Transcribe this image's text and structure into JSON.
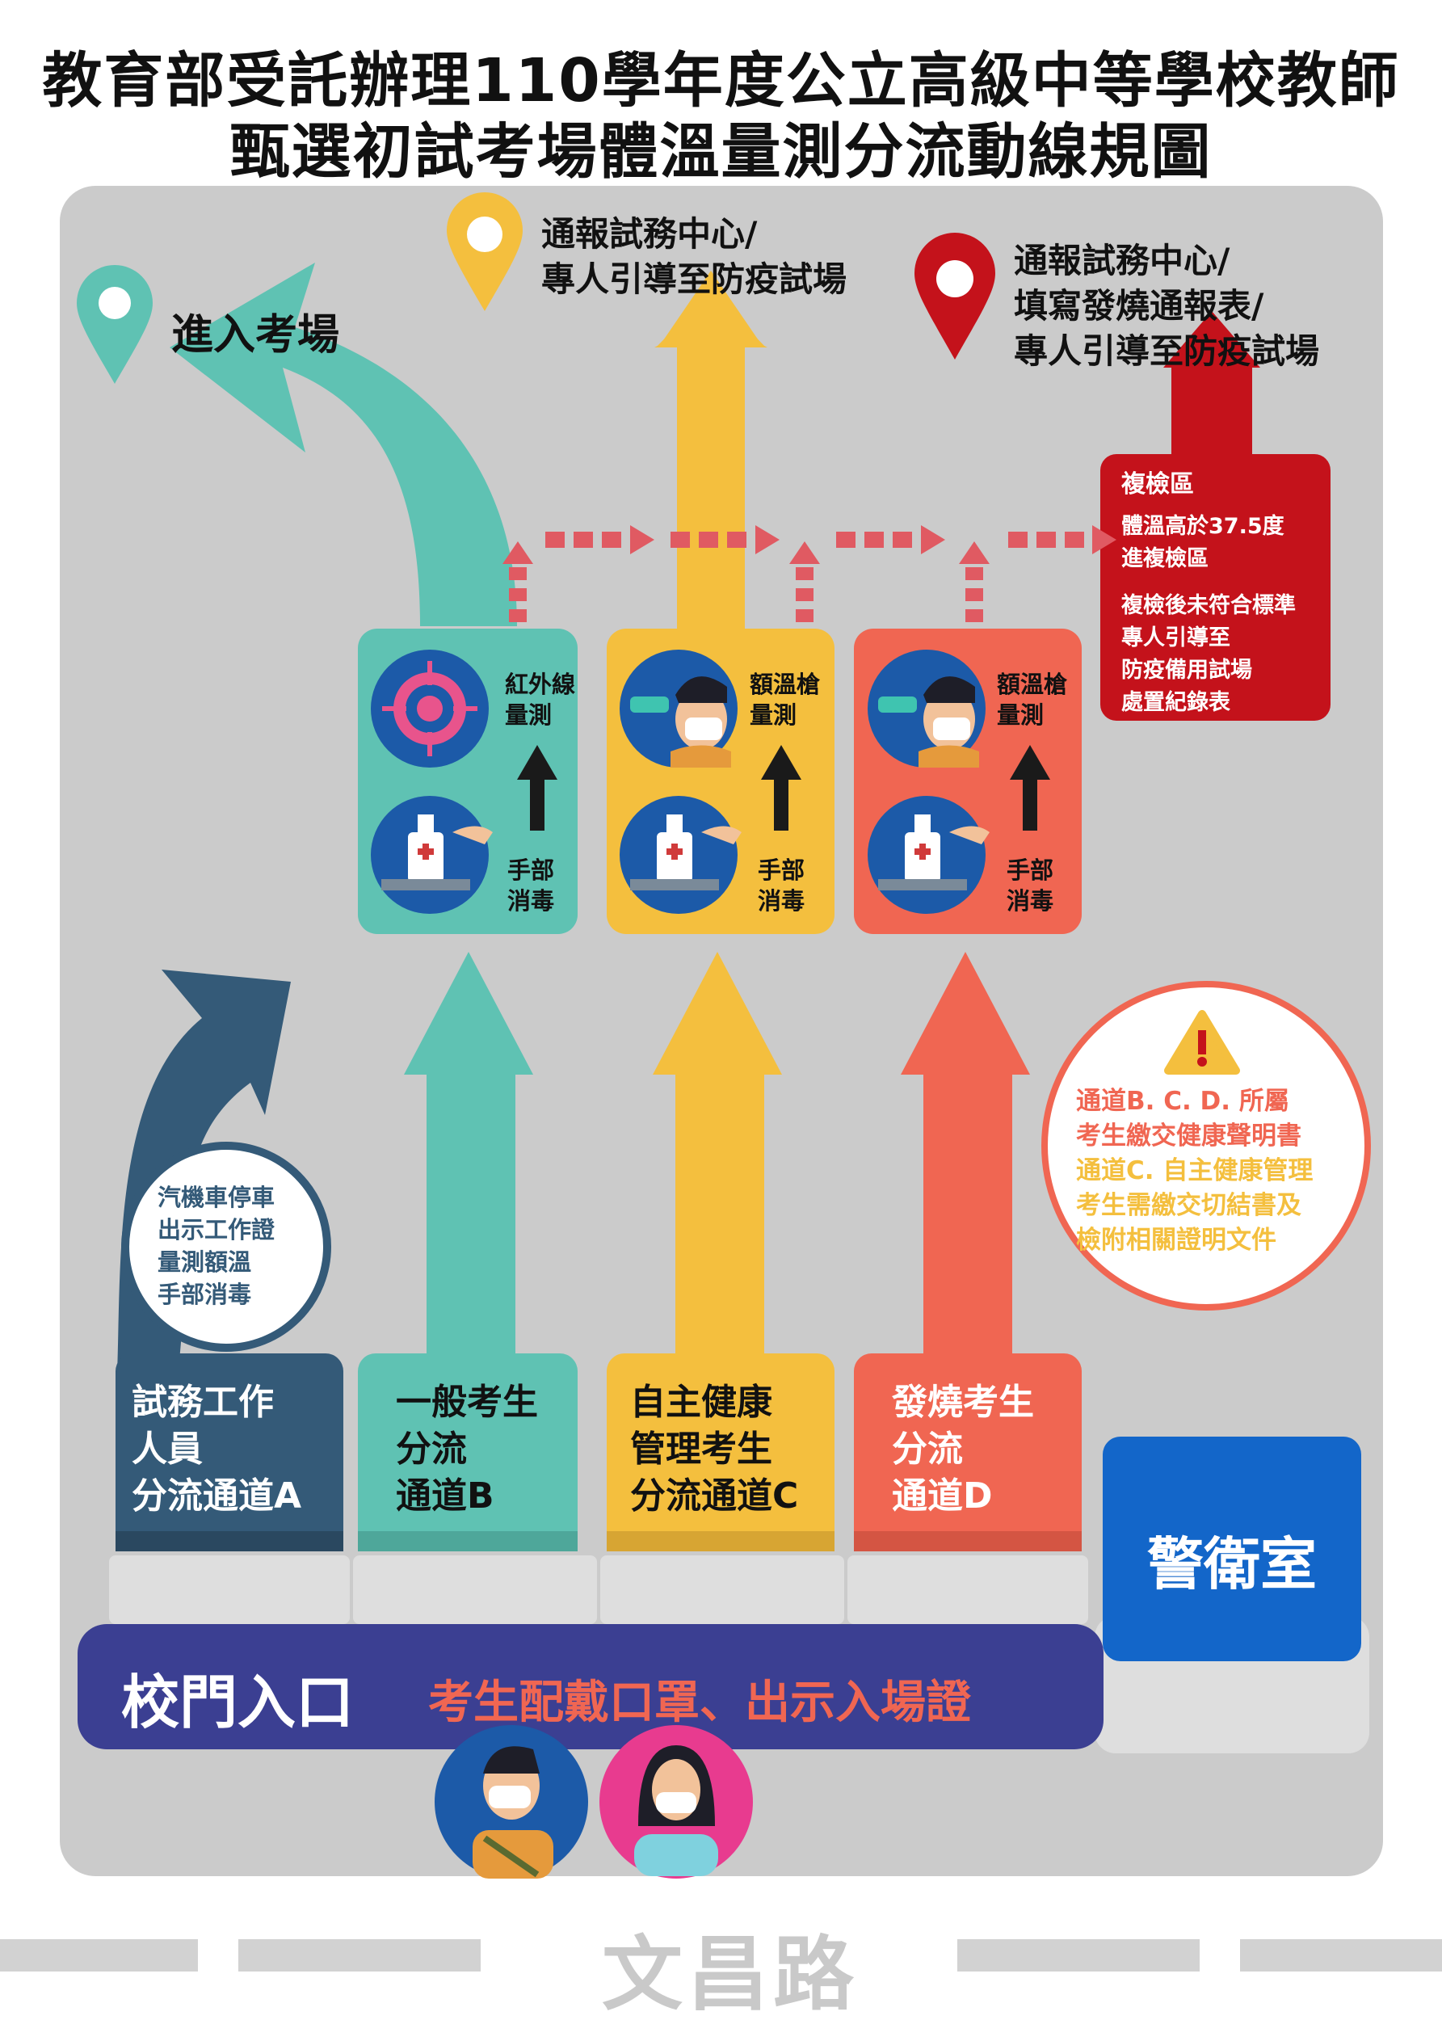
{
  "title": {
    "line1": "教育部受託辦理110學年度公立高級中等學校教師",
    "line2": "甄選初試考場體溫量測分流動線規圖"
  },
  "destinations": {
    "enter": "進入考場",
    "yellow": [
      "通報試務中心/",
      "專人引導至防疫試場"
    ],
    "red": [
      "通報試務中心/",
      "填寫發燒通報表/",
      "專人引導至防疫試場"
    ]
  },
  "recheck": {
    "title": "複檢區",
    "l1": "體溫高於37.5度",
    "l2": "進複檢區",
    "l3": "複檢後未符合標準",
    "l4": "專人引導至",
    "l5": "防疫備用試場",
    "l6": "處置紀錄表"
  },
  "stations": {
    "teal": {
      "measure": [
        "紅外線",
        "量測"
      ],
      "sanitize": [
        "手部",
        "消毒"
      ]
    },
    "yellow": {
      "measure": [
        "額溫槍",
        "量測"
      ],
      "sanitize": [
        "手部",
        "消毒"
      ]
    },
    "red": {
      "measure": [
        "額溫槍",
        "量測"
      ],
      "sanitize": [
        "手部",
        "消毒"
      ]
    }
  },
  "staff_note": [
    "汽機車停車",
    "出示工作證",
    "量測額溫",
    "手部消毒"
  ],
  "lanes": {
    "a": [
      "試務工作",
      "人員",
      "分流通道A"
    ],
    "b": [
      "一般考生",
      "分流",
      "通道B"
    ],
    "c": [
      "自主健康",
      "管理考生",
      "分流通道C"
    ],
    "d": [
      "發燒考生",
      "分流",
      "通道D"
    ]
  },
  "notice": {
    "l1": "通道B. C. D. 所屬",
    "l2": "考生繳交健康聲明書",
    "l3": "通道C. 自主健康管理",
    "l4": "考生需繳交切結書及",
    "l5": "檢附相關證明文件"
  },
  "guard": "警衛室",
  "gate": {
    "label": "校門入口",
    "instruction": "考生配戴口罩、出示入場證"
  },
  "road": "文昌路",
  "colors": {
    "teal": "#5fc2b3",
    "yellow": "#f4bf3e",
    "red": "#f06652",
    "darkred": "#c4121b",
    "navy": "#345a78",
    "gate": "#3b3f92",
    "guard": "#1366c9",
    "panel": "#cbcbcb"
  }
}
